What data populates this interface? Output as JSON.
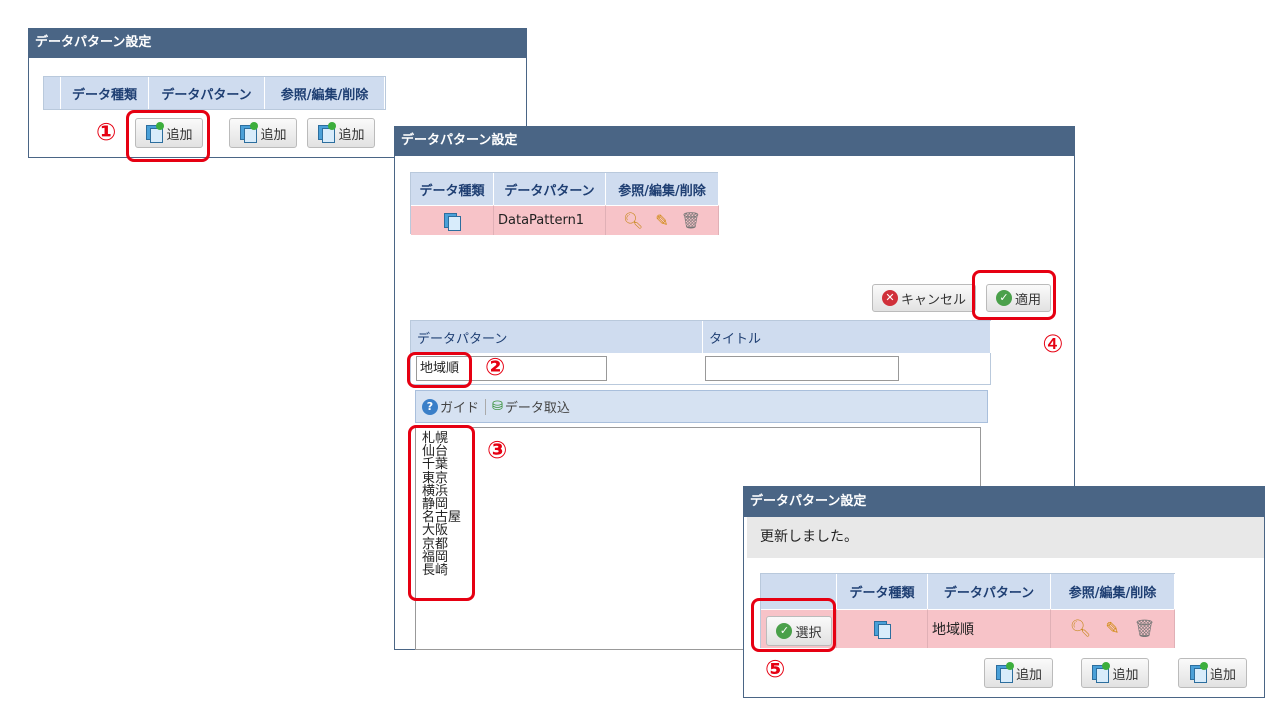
{
  "panel1": {
    "title": "データパターン設定",
    "columns": [
      "",
      "データ種類",
      "データパターン",
      "参照/編集/削除"
    ],
    "add_buttons": [
      "追加",
      "追加",
      "追加"
    ],
    "step": "①"
  },
  "panel2": {
    "title": "データパターン設定",
    "columns": [
      "データ種類",
      "データパターン",
      "参照/編集/削除"
    ],
    "row": {
      "name": "DataPattern1"
    },
    "cancel": "キャンセル",
    "apply": "適用",
    "form_headers": [
      "データパターン",
      "タイトル"
    ],
    "pattern_value": "地域順",
    "title_value": "",
    "toolbar": {
      "guide": "ガイド",
      "import": "データ取込"
    },
    "list": [
      "札幌",
      "仙台",
      "千葉",
      "東京",
      "横浜",
      "静岡",
      "名古屋",
      "大阪",
      "京都",
      "福岡",
      "長崎"
    ],
    "steps": [
      "②",
      "③",
      "④"
    ]
  },
  "panel3": {
    "title": "データパターン設定",
    "message": "更新しました。",
    "columns": [
      "",
      "データ種類",
      "データパターン",
      "参照/編集/削除"
    ],
    "row": {
      "select": "選択",
      "name": "地域順"
    },
    "add_buttons": [
      "追加",
      "追加",
      "追加"
    ],
    "step": "⑤"
  },
  "colors": {
    "header": "#4a6585",
    "row_selected": "#f7c3c8",
    "highlight": "#e60012"
  }
}
